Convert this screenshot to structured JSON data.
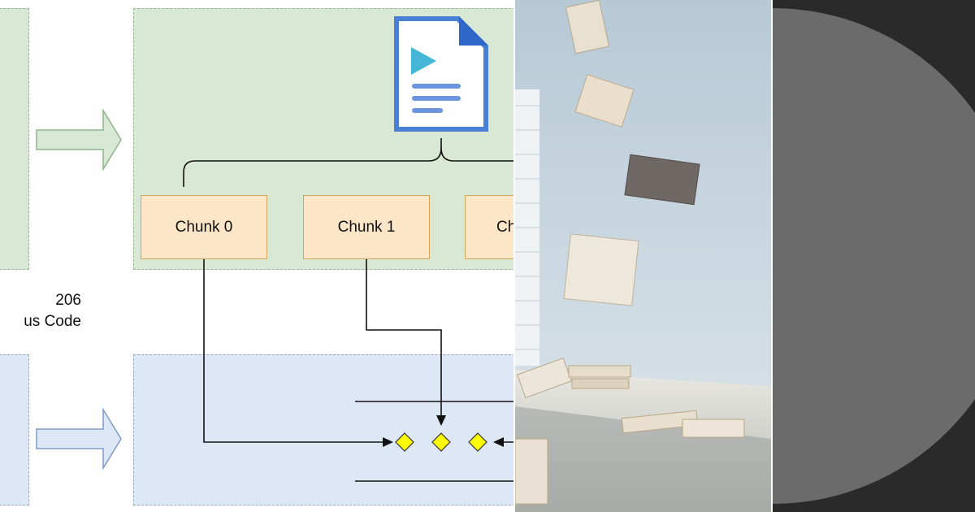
{
  "diagram": {
    "chunks": [
      {
        "label": "Chunk 0"
      },
      {
        "label": "Chunk 1"
      },
      {
        "label": "Ch"
      }
    ],
    "status_label": {
      "line1": "206",
      "line2": "us Code"
    },
    "colors": {
      "request_lane": "#d9e8d5",
      "response_lane": "#dde7f6",
      "chunk_fill": "#fde5c8",
      "chunk_border": "#d2a65c",
      "diamond_fill": "#ffff00",
      "file_icon": "#4a7fd6"
    },
    "icons": [
      "video-file-icon",
      "right-arrow-icon",
      "diamond-marker-icon"
    ]
  },
  "photo": {
    "subject": "flying-books-photo"
  },
  "disc": {
    "icon": "disc-graphic-icon"
  }
}
